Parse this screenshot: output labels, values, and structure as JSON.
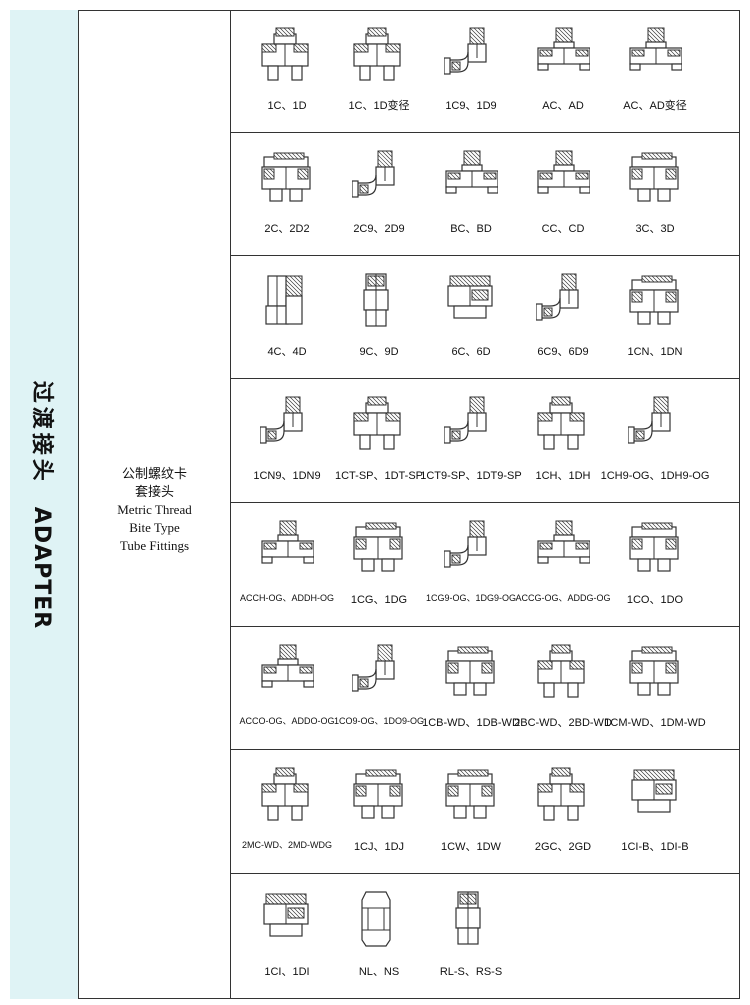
{
  "category": {
    "chinese": "过渡接头",
    "english": "ADAPTER"
  },
  "description": [
    "公制螺纹卡",
    "套接头",
    "Metric Thread",
    "Bite Type",
    "Tube Fittings"
  ],
  "rows": [
    {
      "items": [
        {
          "label": "1C、1D",
          "shape": "tee"
        },
        {
          "label": "1C、1D变径",
          "shape": "tee"
        },
        {
          "label": "1C9、1D9",
          "shape": "elbow"
        },
        {
          "label": "AC、AD",
          "shape": "tee-wide"
        },
        {
          "label": "AC、AD变径",
          "shape": "tee-wide"
        }
      ]
    },
    {
      "items": [
        {
          "label": "2C、2D2",
          "shape": "union"
        },
        {
          "label": "2C9、2D9",
          "shape": "elbow"
        },
        {
          "label": "BC、BD",
          "shape": "tee-wide"
        },
        {
          "label": "CC、CD",
          "shape": "tee-wide"
        },
        {
          "label": "3C、3D",
          "shape": "union"
        }
      ]
    },
    {
      "items": [
        {
          "label": "4C、4D",
          "shape": "straight"
        },
        {
          "label": "9C、9D",
          "shape": "straight-small"
        },
        {
          "label": "6C、6D",
          "shape": "plug"
        },
        {
          "label": "6C9、6D9",
          "shape": "elbow"
        },
        {
          "label": "1CN、1DN",
          "shape": "union"
        }
      ]
    },
    {
      "items": [
        {
          "label": "1CN9、1DN9",
          "shape": "elbow"
        },
        {
          "label": "1CT-SP、1DT-SP",
          "shape": "tee"
        },
        {
          "label": "1CT9-SP、1DT9-SP",
          "shape": "elbow"
        },
        {
          "label": "1CH、1DH",
          "shape": "tee"
        },
        {
          "label": "1CH9-OG、1DH9-OG",
          "shape": "elbow"
        }
      ]
    },
    {
      "items": [
        {
          "label": "ACCH-OG、ADDH-OG",
          "shape": "tee-wide",
          "small": true
        },
        {
          "label": "1CG、1DG",
          "shape": "union"
        },
        {
          "label": "1CG9-OG、1DG9-OG",
          "shape": "elbow",
          "small": true
        },
        {
          "label": "ACCG-OG、ADDG-OG",
          "shape": "tee-wide",
          "small": true
        },
        {
          "label": "1CO、1DO",
          "shape": "union"
        }
      ]
    },
    {
      "items": [
        {
          "label": "ACCO-OG、ADDO-OG",
          "shape": "tee-wide",
          "small": true
        },
        {
          "label": "1CO9-OG、1DO9-OG",
          "shape": "elbow",
          "small": true
        },
        {
          "label": "1CB-WD、1DB-WD",
          "shape": "union"
        },
        {
          "label": "2BC-WD、2BD-WD",
          "shape": "tee"
        },
        {
          "label": "1CM-WD、1DM-WD",
          "shape": "union"
        }
      ]
    },
    {
      "items": [
        {
          "label": "2MC-WD、2MD-WDG",
          "shape": "tee",
          "small": true
        },
        {
          "label": "1CJ、1DJ",
          "shape": "union"
        },
        {
          "label": "1CW、1DW",
          "shape": "union"
        },
        {
          "label": "2GC、2GD",
          "shape": "tee"
        },
        {
          "label": "1CI-B、1DI-B",
          "shape": "plug"
        }
      ]
    },
    {
      "items": [
        {
          "label": "1CI、1DI",
          "shape": "plug"
        },
        {
          "label": "NL、NS",
          "shape": "nut"
        },
        {
          "label": "RL-S、RS-S",
          "shape": "straight-small"
        }
      ]
    }
  ]
}
